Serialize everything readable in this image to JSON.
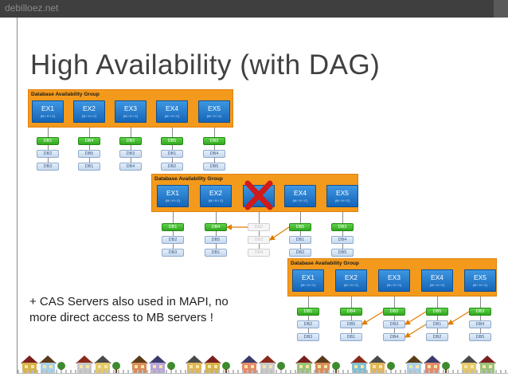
{
  "watermark": "debilloez.net",
  "title": "High Availability (with DAG)",
  "note": {
    "line1": "+ CAS Servers also used in MAPI, no",
    "line2": "more direct access to MB servers !"
  },
  "colors": {
    "dag_orange": "#f39a1c",
    "server_blue": "#1565b8",
    "failure_red": "#d11a1a",
    "arrow_orange": "#e07b00"
  },
  "dag_group_label": "Database Availability Group",
  "server_roles": "(M / H / C)",
  "panels": [
    {
      "servers": [
        {
          "name": "EX1",
          "failed": false,
          "dbs": [
            "DB1",
            "DB2",
            "DB3"
          ]
        },
        {
          "name": "EX2",
          "failed": false,
          "dbs": [
            "DB4",
            "DB5",
            "DB1"
          ]
        },
        {
          "name": "EX3",
          "failed": false,
          "dbs": [
            "DB2",
            "DB3",
            "DB4"
          ]
        },
        {
          "name": "EX4",
          "failed": false,
          "dbs": [
            "DB5",
            "DB1",
            "DB2"
          ]
        },
        {
          "name": "EX5",
          "failed": false,
          "dbs": [
            "DB3",
            "DB4",
            "DB5"
          ]
        }
      ]
    },
    {
      "servers": [
        {
          "name": "EX1",
          "failed": false,
          "dbs": [
            "DB1",
            "DB2",
            "DB3"
          ]
        },
        {
          "name": "EX2",
          "failed": false,
          "dbs": [
            "DB4",
            "DB5",
            "DB1"
          ]
        },
        {
          "name": "",
          "failed": true,
          "failure_icon": "red-x-icon",
          "dbs": [
            "DB2",
            "DB3",
            "DB4"
          ]
        },
        {
          "name": "EX4",
          "failed": false,
          "dbs": [
            "DB5",
            "DB1",
            "DB2"
          ]
        },
        {
          "name": "EX5",
          "failed": false,
          "dbs": [
            "DB3",
            "DB4",
            "DB5"
          ]
        }
      ]
    },
    {
      "servers": [
        {
          "name": "EX1",
          "failed": false,
          "dbs": [
            "DB1",
            "DB2",
            "DB3"
          ]
        },
        {
          "name": "EX2",
          "failed": false,
          "dbs": [
            "DB4",
            "DB5",
            "DB1"
          ]
        },
        {
          "name": "EX3",
          "failed": false,
          "dbs": [
            "DB2",
            "DB3",
            "DB4"
          ]
        },
        {
          "name": "EX4",
          "failed": false,
          "dbs": [
            "DB5",
            "DB1",
            "DB2"
          ]
        },
        {
          "name": "EX5",
          "failed": false,
          "dbs": [
            "DB3",
            "DB4",
            "DB5"
          ]
        }
      ]
    }
  ]
}
